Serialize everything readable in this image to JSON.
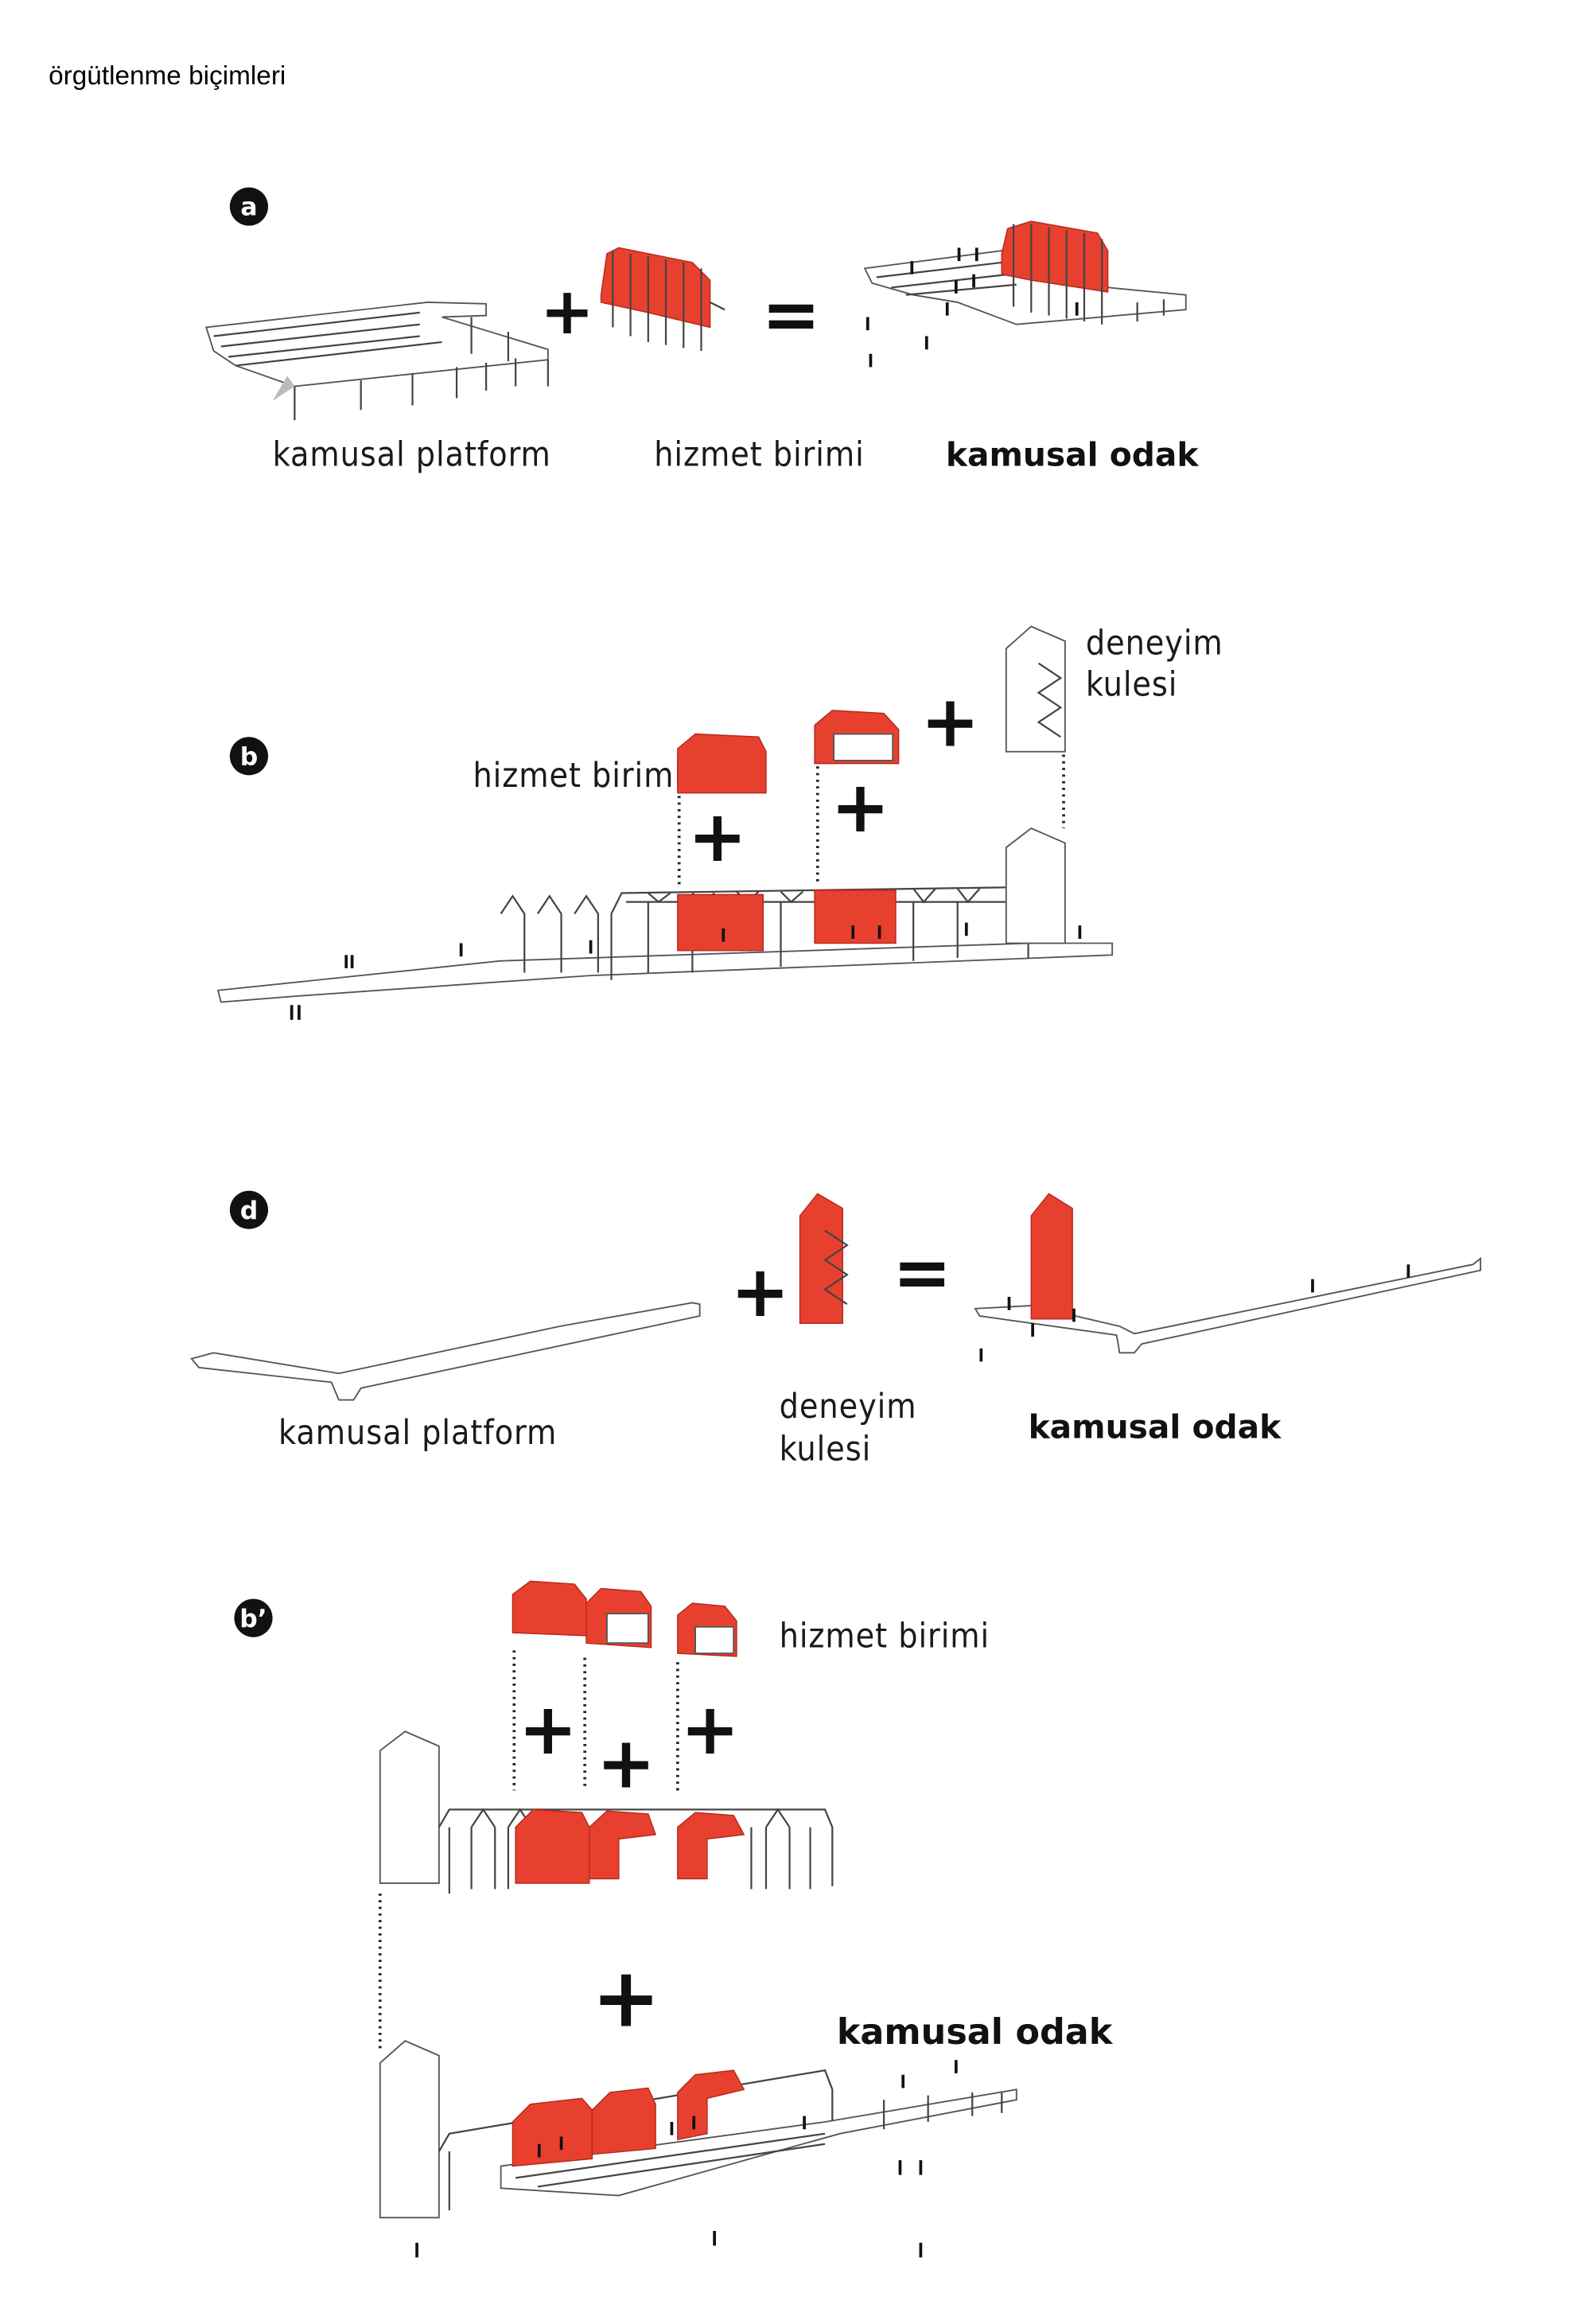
{
  "title": "örgütlenme biçimleri",
  "colors": {
    "accent": "#e8402f",
    "ink": "#111111"
  },
  "sections": {
    "a": {
      "badge": "a",
      "labels": {
        "platform": "kamusal platform",
        "unit": "hizmet birimi",
        "result": "kamusal odak"
      },
      "operators": {
        "plus": "+",
        "equals": "="
      }
    },
    "b": {
      "badge": "b",
      "labels": {
        "unit": "hizmet birimi",
        "tower_1": "deneyim",
        "tower_2": "kulesi"
      },
      "operators": {
        "plus": "+"
      }
    },
    "d": {
      "badge": "d",
      "labels": {
        "platform": "kamusal platform",
        "tower_1": "deneyim",
        "tower_2": "kulesi",
        "result": "kamusal odak"
      },
      "operators": {
        "plus": "+",
        "equals": "="
      }
    },
    "b_prime": {
      "badge": "b’",
      "labels": {
        "unit": "hizmet birimi",
        "result": "kamusal odak"
      },
      "operators": {
        "plus": "+"
      }
    }
  }
}
